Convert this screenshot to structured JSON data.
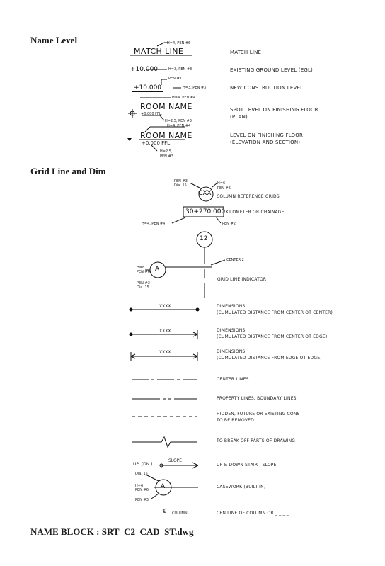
{
  "headers": {
    "name_level": "Name Level",
    "grid_line": "Grid Line and Dim",
    "name_block": "NAME BLOCK : SRT_C2_CAD_ST.dwg"
  },
  "name_level": {
    "match_line": {
      "symbol": "MATCH LINE",
      "note": "H=4, PEN #6",
      "desc": "MATCH LINE"
    },
    "existing_ground": {
      "symbol": "+10.000",
      "note": "H=3, PEN #3",
      "desc": "EXISTING GROUND LEVEL (EGL)"
    },
    "new_construction": {
      "symbol": "+10.000",
      "note_top": "PEN #1",
      "note": "H=3, PEN #3",
      "desc": "NEW CONSTRUCTION LEVEL"
    },
    "spot_level": {
      "title": "ROOM NAME",
      "value": "+0.000 FFL.",
      "note_top": "H=4, PEN #4",
      "note_bottom": "H=2.5, PEN #3",
      "desc_lines": [
        "SPOT LEVEL ON FINISHING FLOOR",
        "(PLAN)"
      ]
    },
    "level_floor": {
      "title": "ROOM NAME",
      "value": "+0.000 FFL.",
      "note_top": "H=4, PEN #4",
      "note_bottom_1": "H=2.5,",
      "note_bottom_2": "PEN #3",
      "desc_lines": [
        "LEVEL ON FINISHING FLOOR",
        "(ELEVATION AND SECTION)"
      ]
    }
  },
  "grid": {
    "column_ref": {
      "label": "CXX",
      "note_left_1": "PEN #3",
      "note_left_2": "Dia. 15",
      "note_right_1": "H=6",
      "note_right_2": "PEN #6",
      "desc": "COLUMN REFERENCE GRIDS"
    },
    "kilometer": {
      "label": "30+270.000",
      "note_left": "H=4, PEN #4",
      "note_right": "PEN #2",
      "desc": "KILOMETER OR CHAINAGE"
    },
    "grid_indicator": {
      "top_label": "12",
      "left_label": "A",
      "center_note": "CENTER 2",
      "note_h": "H=8",
      "note_pen": "PEN #6",
      "note_pen2": "PEN #3",
      "note_dia": "Dia. 15",
      "desc": "GRID LINE INDICATOR"
    },
    "dim_center": {
      "label": "XXXX",
      "desc_lines": [
        "DIMENSIONS",
        "(CUMULATED DISTANCE FROM CENTER OT CENTER)"
      ]
    },
    "dim_center_edge": {
      "label": "XXXX",
      "desc_lines": [
        "DIMENSIONS",
        "(CUMULATED DISTANCE FROM CENTER OT EDGE)"
      ]
    },
    "dim_edge": {
      "label": "XXXX",
      "desc_lines": [
        "DIMENSIONS",
        "(CUMULATED DISTANCE FROM EDGE OT EDGE)"
      ]
    },
    "center_lines": {
      "desc": "CENTER LINES"
    },
    "property_lines": {
      "desc": "PROPERTY LINES, BOUNDARY LINES"
    },
    "hidden": {
      "desc_lines": [
        "HIDDEN, FUTURE OR EXISTING CONST",
        "TO BE REMOVED"
      ]
    },
    "break": {
      "desc": "TO BREAK-OFF PARTS OF DRAWING"
    },
    "stair": {
      "label": "UP, (DN.)",
      "slope": "SLOPE",
      "desc": "UP & DOWN STAIR , SLOPE"
    },
    "casework": {
      "label": "A",
      "note_dia": "Dia. 15",
      "note_h": "H=6",
      "note_pen": "PEN #6",
      "note_pen2": "PEN #3",
      "desc": "CASEWORK (BUILT-IN)"
    },
    "column_cl": {
      "symbol": "℄",
      "label": "COLUMN",
      "desc": "CEN LINE OF COLUMN OR _ _ _ _"
    }
  }
}
